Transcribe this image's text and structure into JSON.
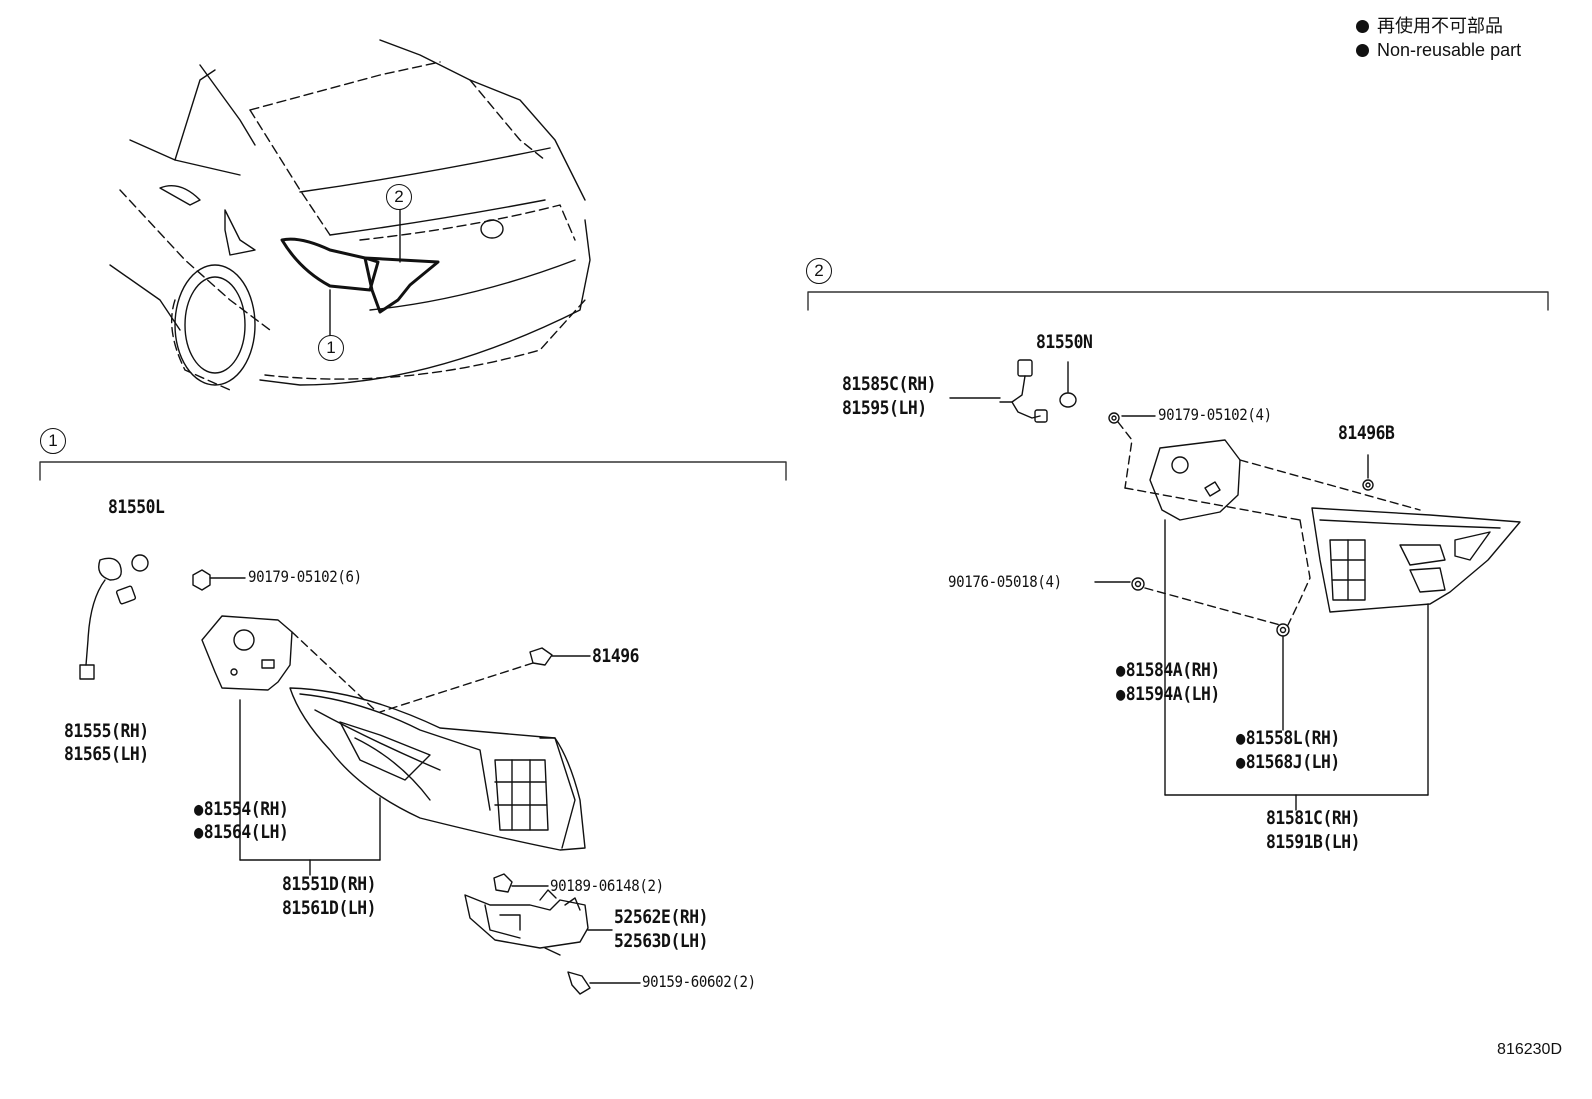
{
  "legend": {
    "japanese": "再使用不可部品",
    "english": "Non-reusable part"
  },
  "overview": {
    "callout_1": "1",
    "callout_2": "2"
  },
  "section_1": {
    "marker": "1",
    "labels": {
      "socket": "81550L",
      "bolt_6": "90179-05102(6)",
      "clip": "81496",
      "wire_rh": "81555(RH)",
      "wire_lh": "81565(LH)",
      "gasket_rh": "81554(RH)",
      "gasket_lh": "81564(LH)",
      "lamp_rh": "81551D(RH)",
      "lamp_lh": "81561D(LH)",
      "screw_2": "90189-06148(2)",
      "bracket_rh": "52562E(RH)",
      "bracket_lh": "52563D(LH)",
      "screw_b": "90159-60602(2)"
    }
  },
  "section_2": {
    "marker": "2",
    "labels": {
      "socket": "81550N",
      "wire_rh": "81585C(RH)",
      "wire_lh": "81595(LH)",
      "bolt_4": "90179-05102(4)",
      "clip": "81496B",
      "nut_4": "90176-05018(4)",
      "gasket_rh": "81584A(RH)",
      "gasket_lh": "81594A(LH)",
      "seal_rh": "81558L(RH)",
      "seal_lh": "81568J(LH)",
      "lamp_rh": "81581C(RH)",
      "lamp_lh": "81591B(LH)"
    }
  },
  "diagram_code": "816230D"
}
